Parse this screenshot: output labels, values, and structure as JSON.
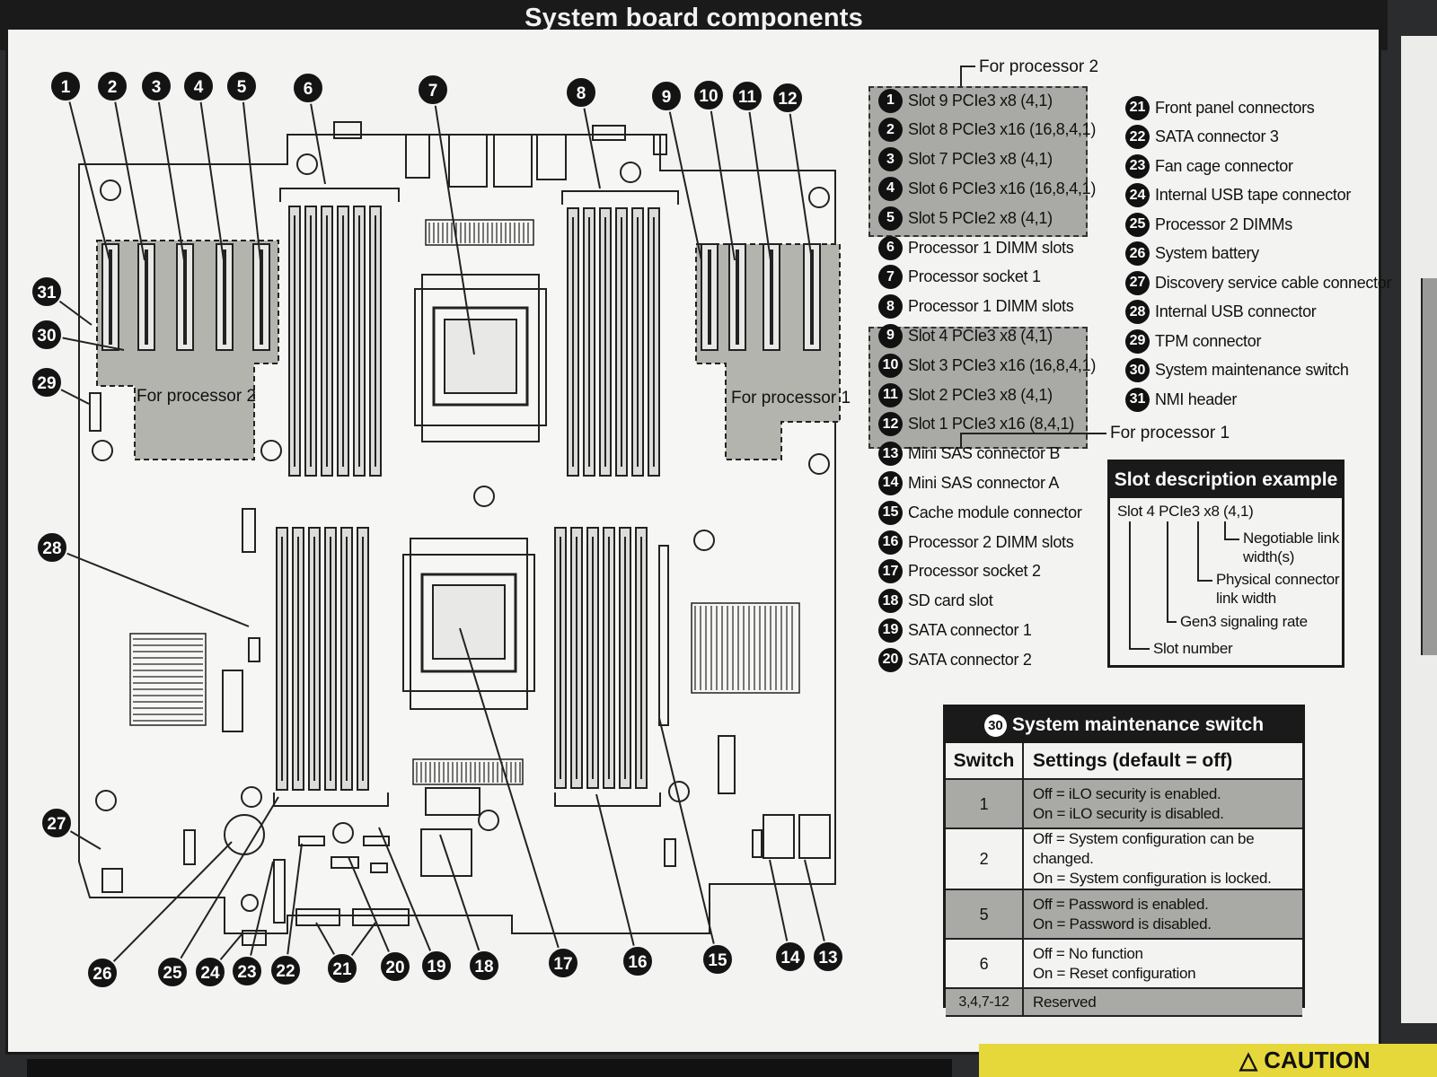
{
  "title": "System board components",
  "board_labels": {
    "left_riser": "For processor 2",
    "right_riser": "For processor 1"
  },
  "group_captions": {
    "top": "For processor 2",
    "bottom": "For processor 1"
  },
  "components": [
    {
      "num": "1",
      "label": "Slot 9 PCIe3 x8 (4,1)"
    },
    {
      "num": "2",
      "label": "Slot 8 PCIe3 x16 (16,8,4,1)"
    },
    {
      "num": "3",
      "label": "Slot 7 PCIe3 x8 (4,1)"
    },
    {
      "num": "4",
      "label": "Slot 6 PCIe3 x16 (16,8,4,1)"
    },
    {
      "num": "5",
      "label": "Slot 5 PCIe2 x8 (4,1)"
    },
    {
      "num": "6",
      "label": "Processor 1 DIMM slots"
    },
    {
      "num": "7",
      "label": "Processor socket 1"
    },
    {
      "num": "8",
      "label": "Processor 1 DIMM slots"
    },
    {
      "num": "9",
      "label": "Slot 4 PCIe3 x8 (4,1)"
    },
    {
      "num": "10",
      "label": "Slot 3 PCIe3 x16 (16,8,4,1)"
    },
    {
      "num": "11",
      "label": "Slot 2 PCIe3 x8 (4,1)"
    },
    {
      "num": "12",
      "label": "Slot 1 PCIe3 x16 (8,4,1)"
    },
    {
      "num": "13",
      "label": "Mini SAS connector B"
    },
    {
      "num": "14",
      "label": "Mini SAS connector A"
    },
    {
      "num": "15",
      "label": "Cache module connector"
    },
    {
      "num": "16",
      "label": "Processor 2 DIMM slots"
    },
    {
      "num": "17",
      "label": "Processor socket 2"
    },
    {
      "num": "18",
      "label": "SD card slot"
    },
    {
      "num": "19",
      "label": "SATA connector 1"
    },
    {
      "num": "20",
      "label": "SATA connector 2"
    },
    {
      "num": "21",
      "label": "Front panel connectors"
    },
    {
      "num": "22",
      "label": "SATA connector 3"
    },
    {
      "num": "23",
      "label": "Fan cage connector"
    },
    {
      "num": "24",
      "label": "Internal USB tape connector"
    },
    {
      "num": "25",
      "label": "Processor 2 DIMMs"
    },
    {
      "num": "26",
      "label": "System battery"
    },
    {
      "num": "27",
      "label": "Discovery service cable connector"
    },
    {
      "num": "28",
      "label": "Internal USB connector"
    },
    {
      "num": "29",
      "label": "TPM connector"
    },
    {
      "num": "30",
      "label": "System maintenance switch"
    },
    {
      "num": "31",
      "label": "NMI header"
    }
  ],
  "slot_example": {
    "title": "Slot description example",
    "sample": "Slot 4 PCIe3 x8 (4,1)",
    "negotiable": "Negotiable link",
    "negotiable_2": "width(s)",
    "physical": "Physical connector",
    "physical_2": "link width",
    "gen3": "Gen3 signaling rate",
    "slot_number": "Slot number"
  },
  "maintenance": {
    "badge": "30",
    "title": "System maintenance switch",
    "col_switch": "Switch",
    "col_settings": "Settings (default = off)",
    "rows": [
      {
        "switch": "1",
        "off": "Off = iLO security is enabled.",
        "on": "On = iLO security is disabled."
      },
      {
        "switch": "2",
        "off": "Off = System configuration can be changed.",
        "on": "On = System configuration is locked."
      },
      {
        "switch": "5",
        "off": "Off = Password is enabled.",
        "on": "On = Password is disabled."
      },
      {
        "switch": "6",
        "off": "Off = No function",
        "on": "On = Reset configuration"
      }
    ],
    "reserved_switch": "3,4,7-12",
    "reserved_label": "Reserved"
  },
  "caution": "CAUTION"
}
